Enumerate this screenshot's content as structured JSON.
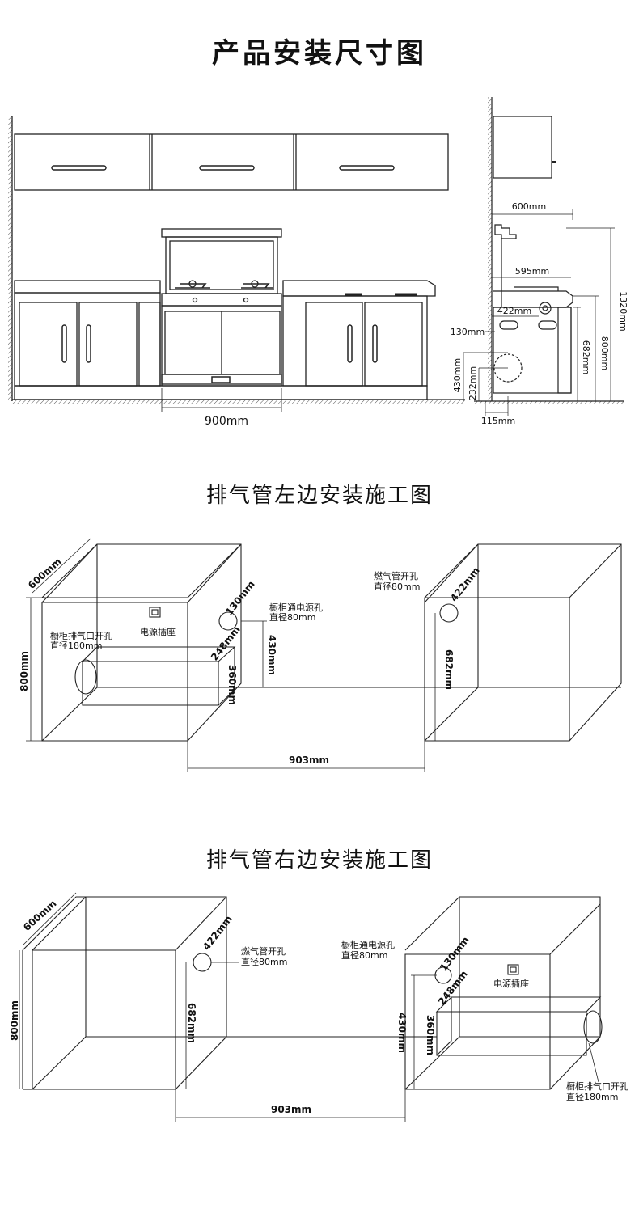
{
  "titles": {
    "main": "产品安装尺寸图",
    "left": "排气管左边安装施工图",
    "right": "排气管右边安装施工图"
  },
  "top": {
    "width_total": "900mm",
    "side_depth": "600mm",
    "hood_depth": "595mm",
    "burner_offset": "422mm",
    "hole_offset": "130mm",
    "height_total": "1320mm",
    "counter_height": "800mm",
    "unit_height": "682mm",
    "hole_height": "430mm",
    "duct_height": "232mm",
    "bottom_offset": "115mm"
  },
  "left_diagram": {
    "depth": "600mm",
    "height": "800mm",
    "socket_label": "电源插座",
    "exhaust_label": "橱柜排气口开孔",
    "exhaust_dia": "直径180mm",
    "power_hole_label": "橱柜通电源孔",
    "power_hole_dia": "直径80mm",
    "gas_label": "燃气管开孔",
    "gas_dia": "直径80mm",
    "d130": "130mm",
    "d248": "248mm",
    "d430": "430mm",
    "d360": "360mm",
    "d422": "422mm",
    "d682": "682mm",
    "d903": "903mm"
  },
  "right_diagram": {
    "depth": "600mm",
    "height": "800mm",
    "gas_label": "燃气管开孔",
    "gas_dia": "直径80mm",
    "power_hole_label": "橱柜通电源孔",
    "power_hole_dia": "直径80mm",
    "socket_label": "电源插座",
    "exhaust_label": "橱柜排气口开孔",
    "exhaust_dia": "直径180mm",
    "d422": "422mm",
    "d682": "682mm",
    "d130": "130mm",
    "d248": "248mm",
    "d430": "430mm",
    "d360": "360mm",
    "d903": "903mm"
  }
}
